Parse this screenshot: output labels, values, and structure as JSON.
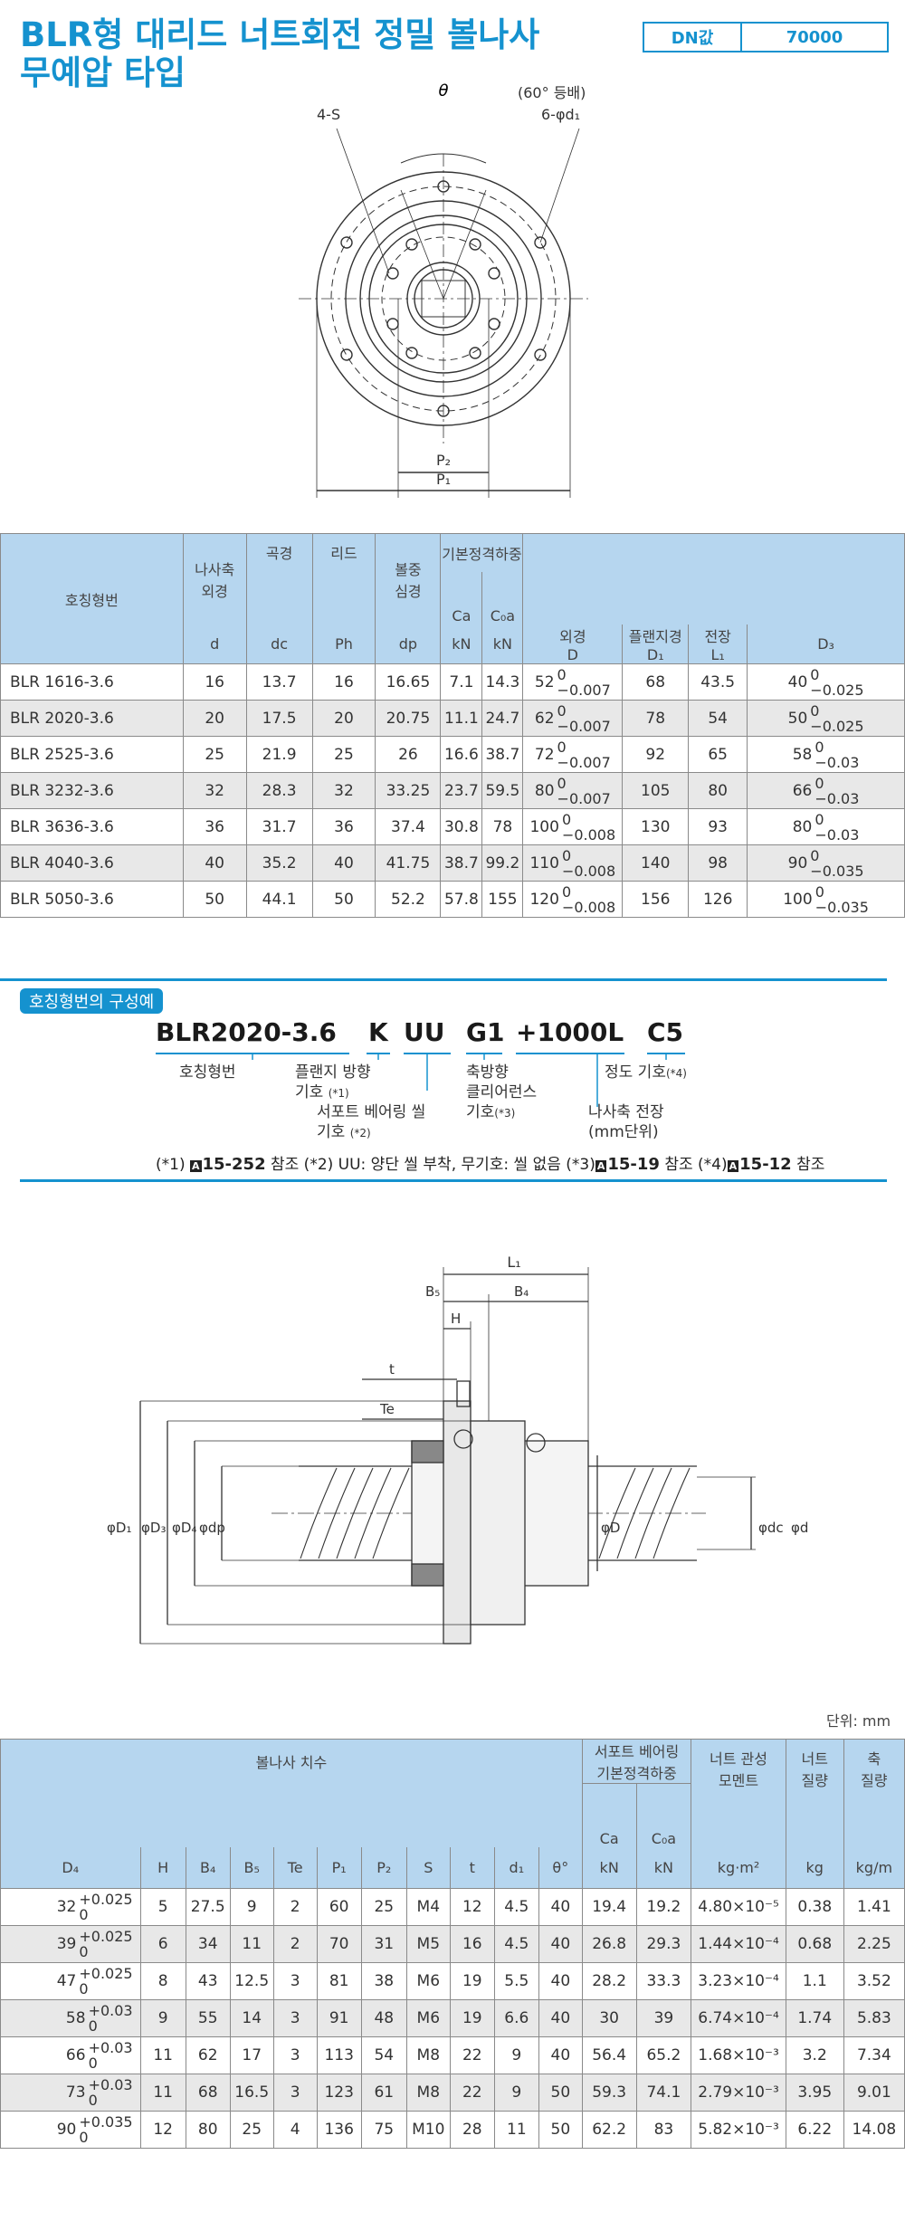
{
  "title": [
    "BLR형 대리드 너트회전 정밀 볼나사",
    "무예압 타입"
  ],
  "dn": {
    "label": "DN값",
    "value": "70000"
  },
  "drawing1": {
    "theta": "θ",
    "equal": "(60° 등배)",
    "s": "4-S",
    "d1": "6-φd₁",
    "p2": "P₂",
    "p1": "P₁"
  },
  "table1": {
    "headers": {
      "model": "호칭형번",
      "shaft": "나사축",
      "shaft2": "외경",
      "dc": "곡경",
      "ph": "리드",
      "dp": "볼중",
      "dp2": "심경",
      "load": "기본정격하중",
      "od": "외경",
      "flange": "플랜지경",
      "len": "전장",
      "u_d": "d",
      "u_dc": "dc",
      "u_ph": "Ph",
      "u_dp": "dp",
      "ca": "Ca",
      "coa": "C₀a",
      "kn1": "kN",
      "kn2": "kN",
      "u_D": "D",
      "u_D1": "D₁",
      "u_L1": "L₁",
      "u_D3": "D₃"
    },
    "rows": [
      {
        "model": "BLR 1616-3.6",
        "d": "16",
        "dc": "13.7",
        "ph": "16",
        "dp": "16.65",
        "ca": "7.1",
        "coa": "14.3",
        "D": "52",
        "Du": "0",
        "Dl": "−0.007",
        "D1": "68",
        "L1": "43.5",
        "D3": "40",
        "D3u": "0",
        "D3l": "−0.025"
      },
      {
        "model": "BLR 2020-3.6",
        "d": "20",
        "dc": "17.5",
        "ph": "20",
        "dp": "20.75",
        "ca": "11.1",
        "coa": "24.7",
        "D": "62",
        "Du": "0",
        "Dl": "−0.007",
        "D1": "78",
        "L1": "54",
        "D3": "50",
        "D3u": "0",
        "D3l": "−0.025"
      },
      {
        "model": "BLR 2525-3.6",
        "d": "25",
        "dc": "21.9",
        "ph": "25",
        "dp": "26",
        "ca": "16.6",
        "coa": "38.7",
        "D": "72",
        "Du": "0",
        "Dl": "−0.007",
        "D1": "92",
        "L1": "65",
        "D3": "58",
        "D3u": "0",
        "D3l": "−0.03"
      },
      {
        "model": "BLR 3232-3.6",
        "d": "32",
        "dc": "28.3",
        "ph": "32",
        "dp": "33.25",
        "ca": "23.7",
        "coa": "59.5",
        "D": "80",
        "Du": "0",
        "Dl": "−0.007",
        "D1": "105",
        "L1": "80",
        "D3": "66",
        "D3u": "0",
        "D3l": "−0.03"
      },
      {
        "model": "BLR 3636-3.6",
        "d": "36",
        "dc": "31.7",
        "ph": "36",
        "dp": "37.4",
        "ca": "30.8",
        "coa": "78",
        "D": "100",
        "Du": "0",
        "Dl": "−0.008",
        "D1": "130",
        "L1": "93",
        "D3": "80",
        "D3u": "0",
        "D3l": "−0.03"
      },
      {
        "model": "BLR 4040-3.6",
        "d": "40",
        "dc": "35.2",
        "ph": "40",
        "dp": "41.75",
        "ca": "38.7",
        "coa": "99.2",
        "D": "110",
        "Du": "0",
        "Dl": "−0.008",
        "D1": "140",
        "L1": "98",
        "D3": "90",
        "D3u": "0",
        "D3l": "−0.035"
      },
      {
        "model": "BLR 5050-3.6",
        "d": "50",
        "dc": "44.1",
        "ph": "50",
        "dp": "52.2",
        "ca": "57.8",
        "coa": "155",
        "D": "120",
        "Du": "0",
        "Dl": "−0.008",
        "D1": "156",
        "L1": "126",
        "D3": "100",
        "D3u": "0",
        "D3l": "−0.035"
      }
    ]
  },
  "config": {
    "label": "호칭형번의 구성예",
    "code": [
      "BLR2020-3.6",
      "K",
      "UU",
      "G1",
      "+1000L",
      "C5"
    ],
    "l_model": "호칭형번",
    "l_flange": [
      "플랜지 방향",
      "기호 ",
      "(*1)"
    ],
    "l_seal": [
      "서포트 베어링 씰",
      "기호 ",
      "(*2)"
    ],
    "l_clear": [
      "축방향",
      "클리어런스",
      "기호",
      "(*3)"
    ],
    "l_acc": [
      "정도 기호",
      "(*4)"
    ],
    "l_len": [
      "나사축 전장",
      "(mm단위)"
    ],
    "note": [
      "(*1) ",
      "A",
      "15-252",
      " 참조 (*2) UU: 양단 씰 부착, 무기호: 씰 없음 (*3)",
      "A",
      "15-19",
      " 참조 (*4)",
      "A",
      "15-12",
      " 참조"
    ]
  },
  "drawing2": {
    "l1": "L₁",
    "b5": "B₅",
    "b4": "B₄",
    "h": "H",
    "t": "t",
    "te": "Te",
    "d1": "φD₁",
    "d3": "φD₃",
    "d4": "φD₄",
    "dp": "φdp",
    "D": "φD",
    "dc": "φdc",
    "d": "φd"
  },
  "table2": {
    "unit": "단위: mm",
    "headers": {
      "dims": "볼나사 치수",
      "support": "서포트 베어링",
      "support2": "기본정격하중",
      "inertia": "너트 관성",
      "inertia2": "모멘트",
      "nutw": "너트",
      "nutw2": "질량",
      "shaftw": "축",
      "shaftw2": "질량",
      "ca": "Ca",
      "coa": "C₀a",
      "D4": "D₄",
      "H": "H",
      "B4": "B₄",
      "B5": "B₅",
      "Te": "Te",
      "P1": "P₁",
      "P2": "P₂",
      "S": "S",
      "t": "t",
      "d1": "d₁",
      "theta": "θ°",
      "kn1": "kN",
      "kn2": "kN",
      "kgm": "kg·m²",
      "kg": "kg",
      "kgpm": "kg/m"
    },
    "rows": [
      {
        "D4": "32",
        "u": "+0.025",
        "l": "0",
        "H": "5",
        "B4": "27.5",
        "B5": "9",
        "Te": "2",
        "P1": "60",
        "P2": "25",
        "S": "M4",
        "t": "12",
        "d1": "4.5",
        "th": "40",
        "ca": "19.4",
        "coa": "19.2",
        "in": "4.80×10⁻⁵",
        "nw": "0.38",
        "sw": "1.41"
      },
      {
        "D4": "39",
        "u": "+0.025",
        "l": "0",
        "H": "6",
        "B4": "34",
        "B5": "11",
        "Te": "2",
        "P1": "70",
        "P2": "31",
        "S": "M5",
        "t": "16",
        "d1": "4.5",
        "th": "40",
        "ca": "26.8",
        "coa": "29.3",
        "in": "1.44×10⁻⁴",
        "nw": "0.68",
        "sw": "2.25"
      },
      {
        "D4": "47",
        "u": "+0.025",
        "l": "0",
        "H": "8",
        "B4": "43",
        "B5": "12.5",
        "Te": "3",
        "P1": "81",
        "P2": "38",
        "S": "M6",
        "t": "19",
        "d1": "5.5",
        "th": "40",
        "ca": "28.2",
        "coa": "33.3",
        "in": "3.23×10⁻⁴",
        "nw": "1.1",
        "sw": "3.52"
      },
      {
        "D4": "58",
        "u": "+0.03",
        "l": "0",
        "H": "9",
        "B4": "55",
        "B5": "14",
        "Te": "3",
        "P1": "91",
        "P2": "48",
        "S": "M6",
        "t": "19",
        "d1": "6.6",
        "th": "40",
        "ca": "30",
        "coa": "39",
        "in": "6.74×10⁻⁴",
        "nw": "1.74",
        "sw": "5.83"
      },
      {
        "D4": "66",
        "u": "+0.03",
        "l": "0",
        "H": "11",
        "B4": "62",
        "B5": "17",
        "Te": "3",
        "P1": "113",
        "P2": "54",
        "S": "M8",
        "t": "22",
        "d1": "9",
        "th": "40",
        "ca": "56.4",
        "coa": "65.2",
        "in": "1.68×10⁻³",
        "nw": "3.2",
        "sw": "7.34"
      },
      {
        "D4": "73",
        "u": "+0.03",
        "l": "0",
        "H": "11",
        "B4": "68",
        "B5": "16.5",
        "Te": "3",
        "P1": "123",
        "P2": "61",
        "S": "M8",
        "t": "22",
        "d1": "9",
        "th": "50",
        "ca": "59.3",
        "coa": "74.1",
        "in": "2.79×10⁻³",
        "nw": "3.95",
        "sw": "9.01"
      },
      {
        "D4": "90",
        "u": "+0.035",
        "l": "0",
        "H": "12",
        "B4": "80",
        "B5": "25",
        "Te": "4",
        "P1": "136",
        "P2": "75",
        "S": "M10",
        "t": "28",
        "d1": "11",
        "th": "50",
        "ca": "62.2",
        "coa": "83",
        "in": "5.82×10⁻³",
        "nw": "6.22",
        "sw": "14.08"
      }
    ]
  }
}
